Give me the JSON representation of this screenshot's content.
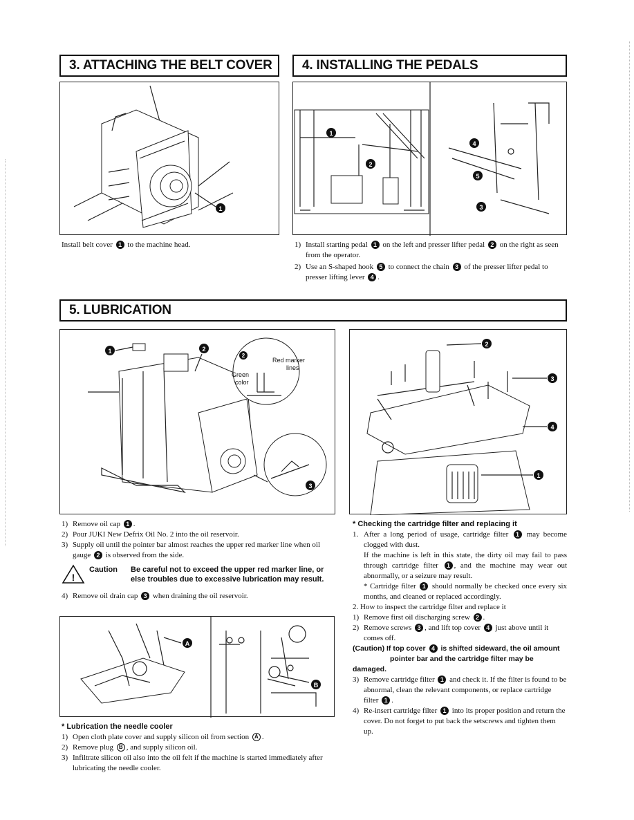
{
  "sec3": {
    "title": "3. ATTACHING THE BELT COVER",
    "callout": "1",
    "caption_a": "Install belt cover",
    "caption_n": "1",
    "caption_b": "to the machine head."
  },
  "sec4": {
    "title": "4. INSTALLING THE PEDALS",
    "callouts": [
      "1",
      "2",
      "3",
      "4",
      "5"
    ],
    "steps": [
      {
        "num": "1)",
        "a": "Install starting pedal",
        "n1": "1",
        "b": "on the left and presser lifter pedal",
        "n2": "2",
        "c": "on the right as seen from the operator."
      },
      {
        "num": "2)",
        "a": "Use an S-shaped hook",
        "n1": "5",
        "b": "to connect the chain",
        "n2": "3",
        "c": "of the presser lifter pedal to presser lifting lever",
        "n3": "4",
        "d": "."
      }
    ]
  },
  "sec5": {
    "title": "5. LUBRICATION",
    "fig_callouts": [
      "1",
      "2",
      "3"
    ],
    "fig_labels": {
      "red_marker": "Red marker",
      "lines": "lines",
      "green": "Green",
      "color": "color"
    },
    "steps": [
      {
        "num": "1)",
        "a": "Remove oil cap",
        "n": "1",
        "b": "."
      },
      {
        "num": "2)",
        "a": "Pour JUKI New Defrix Oil No. 2 into the oil reservoir."
      },
      {
        "num": "3)",
        "a": "Supply oil until the pointer bar almost reaches the upper red marker line when oil gauge",
        "n": "2",
        "b": "is observed from the side."
      }
    ],
    "caution_label": "Caution",
    "caution_text_1": "Be careful not to exceed the upper red marker line, or",
    "caution_text_2": "else troubles due to excessive lubrication may result.",
    "step4": {
      "num": "4)",
      "a": "Remove oil drain cap",
      "n": "3",
      "b": "when draining the oil reservoir."
    },
    "needle": {
      "callouts": [
        "A",
        "B"
      ],
      "heading": "* Lubrication the needle cooler",
      "steps": [
        {
          "num": "1)",
          "a": "Open cloth plate cover and supply silicon oil from section",
          "n": "A",
          "b": "."
        },
        {
          "num": "2)",
          "a": "Remove plug",
          "n": "B",
          "b": ", and supply silicon oil."
        },
        {
          "num": "3)",
          "a": "Infiltrate silicon oil also into the oil felt if the machine is started immediately after lubricating the needle cooler."
        }
      ]
    },
    "filter": {
      "callouts": [
        "1",
        "2",
        "3",
        "4"
      ],
      "heading": "* Checking the cartridge filter and replacing it",
      "p1_num": "1.",
      "p1_a": "After a long period of usage, cartridge filter",
      "p1_n": "1",
      "p1_b": "may become clogged with dust.",
      "p1_c": "If the machine is left in this state, the dirty oil may fail to pass through cartridge filter",
      "p1_d": ", and the machine may wear out abnormally, or a seizure may result.",
      "p1_e": "* Cartridge filter",
      "p1_f": "should normally be checked once every six months, and cleaned or replaced accordingly.",
      "p2": "2.  How to inspect the cartridge filter and replace it",
      "s1_num": "1)",
      "s1_a": "Remove first oil discharging screw",
      "s1_n": "2",
      "s1_b": ".",
      "s2_num": "2)",
      "s2_a": "Remove screws",
      "s2_n1": "3",
      "s2_b": ", and lift top cover",
      "s2_n2": "4",
      "s2_c": "just above until it comes off.",
      "caution_a": "(Caution)  If top cover",
      "caution_n": "4",
      "caution_b": "is shifted sideward, the oil amount",
      "caution_c": "pointer bar and the cartridge filter may be damaged.",
      "s3_num": "3)",
      "s3_a": "Remove cartridge filter",
      "s3_n": "1",
      "s3_b": "and check it. If the filter is found to be abnormal, clean the relevant components, or replace cartridge filter",
      "s3_c": ".",
      "s4_num": "4)",
      "s4_a": "Re-insert cartridge filter",
      "s4_n": "1",
      "s4_b": "into its proper position and return the cover. Do not forget to put back the setscrews and tighten them up."
    }
  }
}
